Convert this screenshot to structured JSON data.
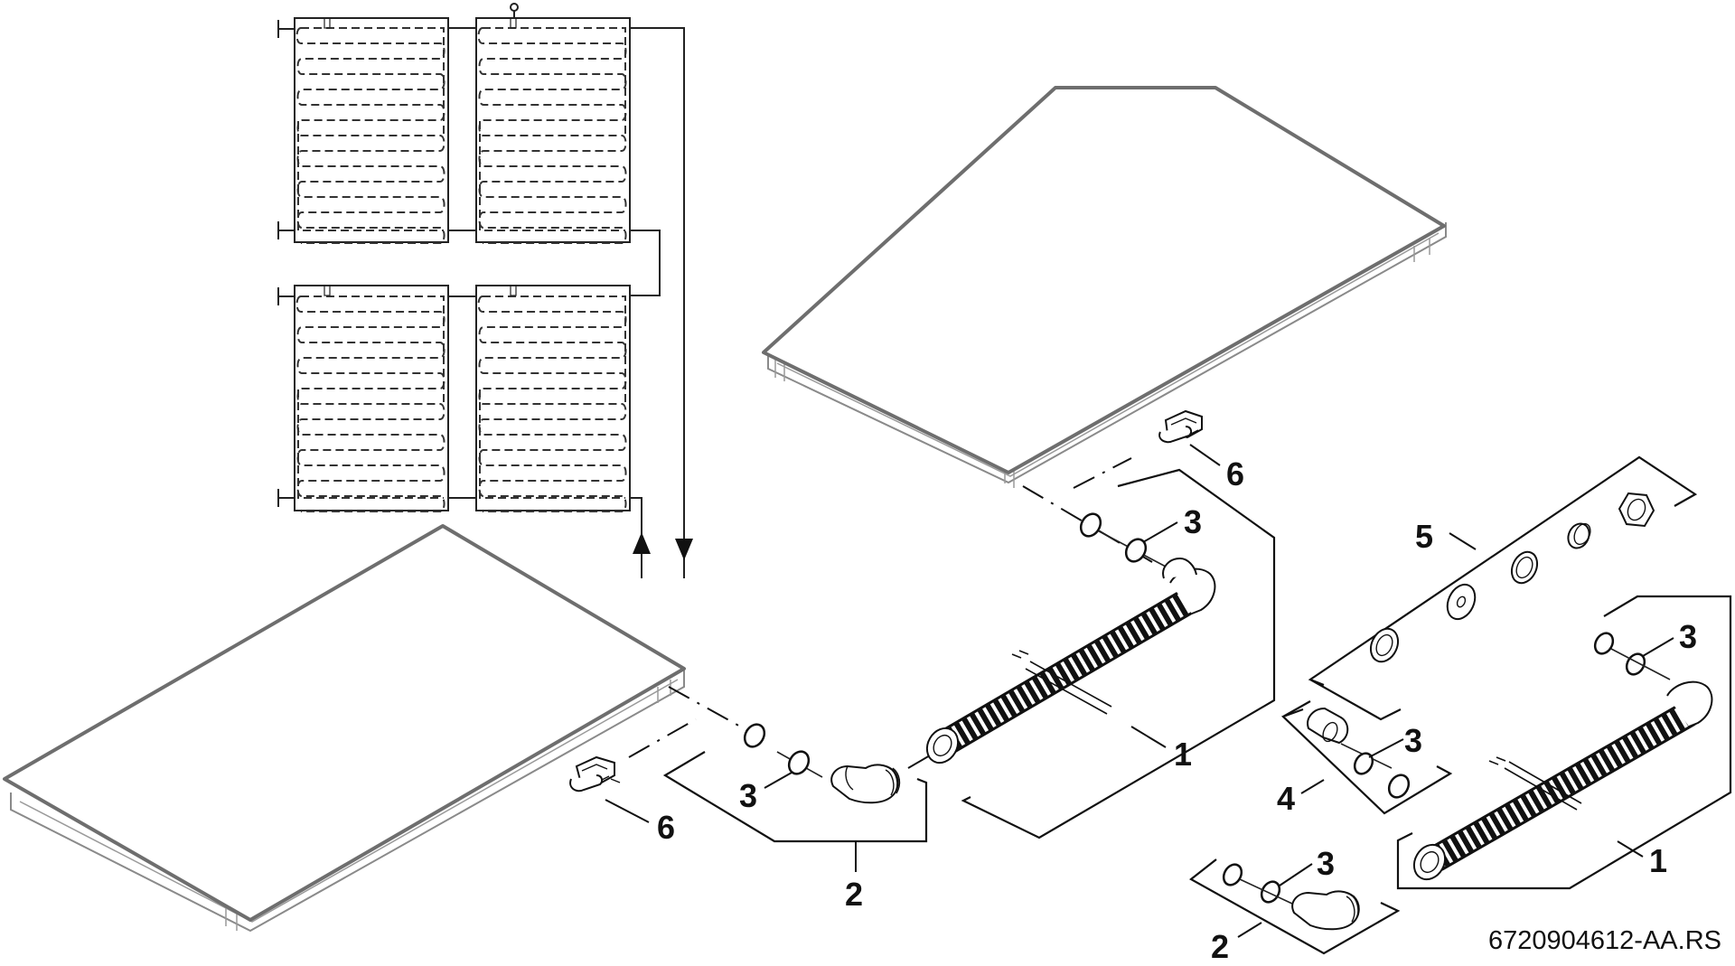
{
  "figure": {
    "document_number": "6720904612-AA.RS",
    "description": "Exploded view of solar collector hydraulic connection kit with schematic of 2x2 collector field"
  },
  "schematic": {
    "collector_rows": 2,
    "collectors_per_row": 2,
    "flow_arrows": [
      {
        "name": "flow-up-arrow",
        "direction": "up"
      },
      {
        "name": "flow-down-arrow",
        "direction": "down"
      }
    ]
  },
  "callouts": {
    "part_1_upper": "1",
    "part_1_right": "1",
    "part_2_center": "2",
    "part_2_right": "2",
    "part_3_center_upper": "3",
    "part_3_center_lower": "3",
    "part_3_kit_right": "3",
    "part_3_kit_4": "3",
    "part_3_kit_2": "3",
    "part_4": "4",
    "part_5": "5",
    "part_6_upper": "6",
    "part_6_lower": "6"
  },
  "parts": [
    {
      "number": "1",
      "name": "flexible-corrugated-hose"
    },
    {
      "number": "2",
      "name": "elbow-connector"
    },
    {
      "number": "3",
      "name": "o-ring"
    },
    {
      "number": "4",
      "name": "straight-connector"
    },
    {
      "number": "5",
      "name": "fastener-set"
    },
    {
      "number": "6",
      "name": "retaining-clip"
    }
  ]
}
